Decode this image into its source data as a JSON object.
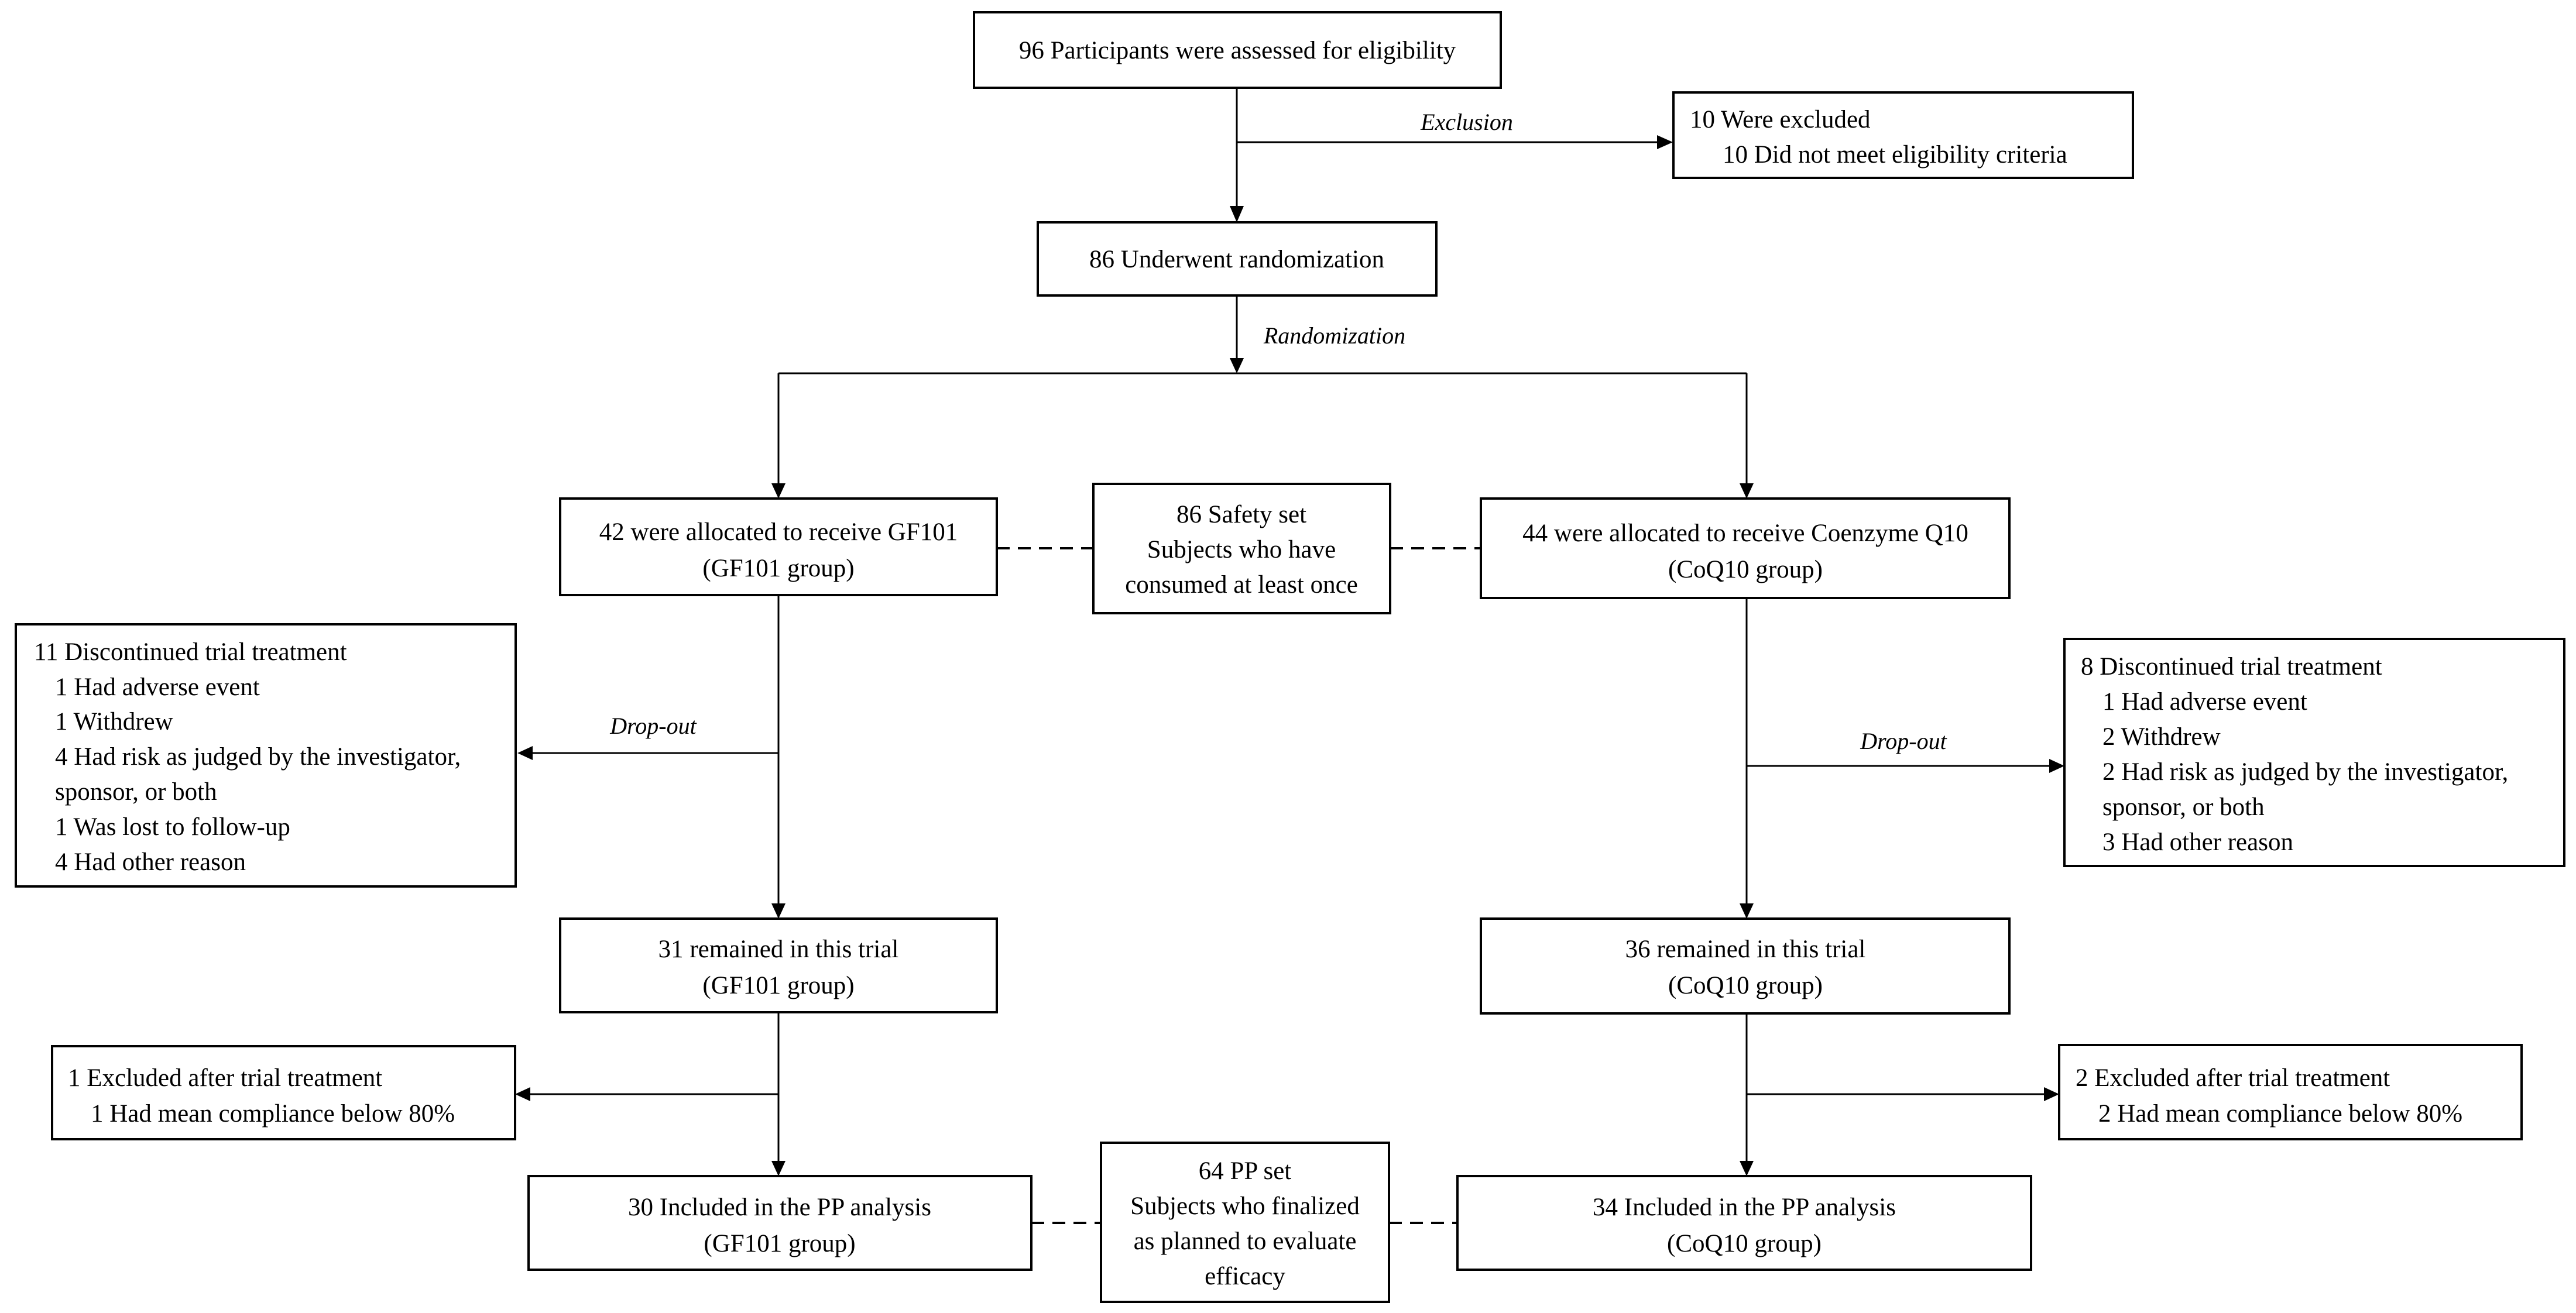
{
  "nodes": {
    "assessed": {
      "lines": [
        "96 Participants were assessed for eligibility"
      ]
    },
    "excluded": {
      "lines": [
        "10 Were excluded",
        "10 Did not meet eligibility criteria"
      ]
    },
    "randomized": {
      "lines": [
        "86 Underwent randomization"
      ]
    },
    "alloc_gf101": {
      "lines": [
        "42 were allocated to receive GF101",
        "(GF101 group)"
      ]
    },
    "safety_set": {
      "lines": [
        "86 Safety set",
        "Subjects who have",
        "consumed at least once"
      ]
    },
    "alloc_coq10": {
      "lines": [
        "44 were allocated to receive Coenzyme Q10",
        "(CoQ10 group)"
      ]
    },
    "disc_gf101": {
      "lines": [
        "11 Discontinued trial treatment",
        "1 Had adverse event",
        "1 Withdrew",
        "4 Had risk as judged by the investigator,",
        "sponsor, or both",
        "1 Was lost to follow-up",
        "4 Had other reason"
      ]
    },
    "disc_coq10": {
      "lines": [
        "8 Discontinued trial treatment",
        "1 Had adverse event",
        "2 Withdrew",
        "2 Had risk as judged by the investigator,",
        "sponsor, or both",
        "3 Had other reason"
      ]
    },
    "remain_gf101": {
      "lines": [
        "31 remained in this trial",
        "(GF101 group)"
      ]
    },
    "remain_coq10": {
      "lines": [
        "36 remained in this trial",
        "(CoQ10 group)"
      ]
    },
    "excl_after_gf101": {
      "lines": [
        "1 Excluded after trial treatment",
        "1 Had mean compliance below 80%"
      ]
    },
    "excl_after_coq10": {
      "lines": [
        "2 Excluded after trial treatment",
        "2 Had mean compliance below 80%"
      ]
    },
    "pp_gf101": {
      "lines": [
        "30 Included in the PP analysis",
        "(GF101 group)"
      ]
    },
    "pp_set": {
      "lines": [
        "64 PP set",
        "Subjects who finalized",
        "as planned to evaluate",
        "efficacy"
      ]
    },
    "pp_coq10": {
      "lines": [
        "34 Included in the PP analysis",
        "(CoQ10 group)"
      ]
    }
  },
  "edge_labels": {
    "exclusion": "Exclusion",
    "randomization": "Randomization",
    "dropout_left": "Drop-out",
    "dropout_right": "Drop-out"
  }
}
